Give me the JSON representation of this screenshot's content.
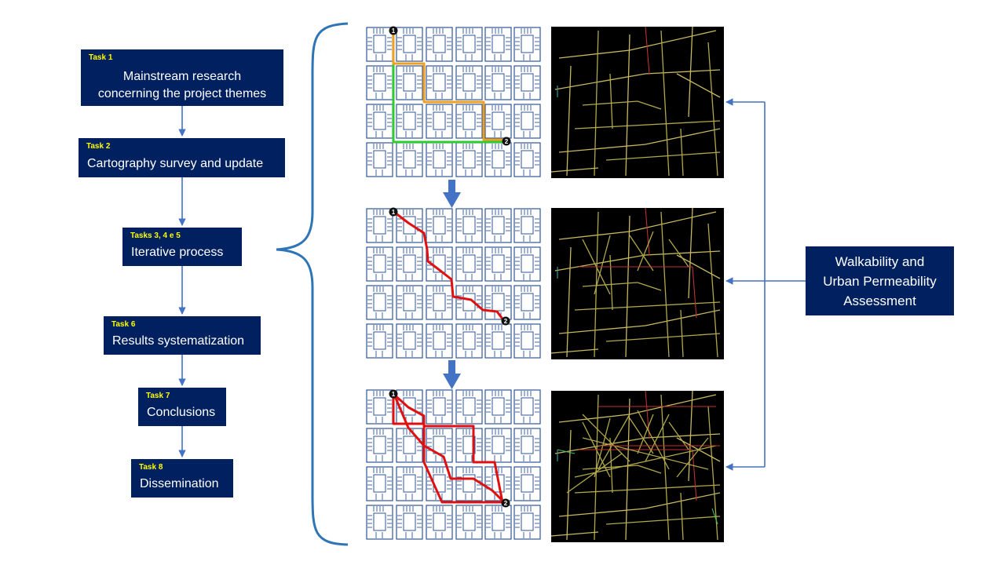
{
  "tasks": [
    {
      "label": "Task 1",
      "lines": [
        "Mainstream research",
        "concerning the project themes"
      ]
    },
    {
      "label": "Task 2",
      "lines": [
        "Cartography survey and update"
      ]
    },
    {
      "label": "Tasks 3, 4 e 5",
      "lines": [
        "Iterative process"
      ]
    },
    {
      "label": "Task 6",
      "lines": [
        "Results systematization"
      ]
    },
    {
      "label": "Task 7",
      "lines": [
        "Conclusions"
      ]
    },
    {
      "label": "Task 8",
      "lines": [
        "Dissemination"
      ]
    }
  ],
  "assessment": {
    "lines": [
      "Walkability and",
      "Urban Permeability",
      "Assessment"
    ]
  },
  "route_markers": {
    "start": "1",
    "end": "2"
  },
  "colors": {
    "task_box": "#002060",
    "task_label": "#ffff00",
    "connector": "#4472c4",
    "brace": "#2e75b6",
    "grid_block": "#2f5597",
    "route_green": "#2ecc2e",
    "route_orange": "#f0a020",
    "route_red": "#e01010",
    "map_bg": "#000000"
  }
}
